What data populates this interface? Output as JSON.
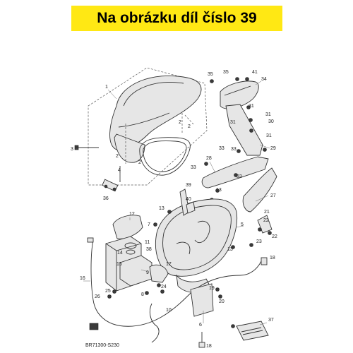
{
  "header": {
    "title": "Na obrázku díl číslo 39",
    "background_color": "#FFE814"
  },
  "diagram": {
    "code": "BR71300-S230",
    "callouts": [
      {
        "id": "c1",
        "label": "1"
      },
      {
        "id": "c2a",
        "label": "2"
      },
      {
        "id": "c2b",
        "label": "2"
      },
      {
        "id": "c2c",
        "label": "2"
      },
      {
        "id": "c2d",
        "label": "2"
      },
      {
        "id": "c3",
        "label": "3"
      },
      {
        "id": "c4",
        "label": "4"
      },
      {
        "id": "c5",
        "label": "5"
      },
      {
        "id": "c6",
        "label": "6"
      },
      {
        "id": "c7",
        "label": "7"
      },
      {
        "id": "c8",
        "label": "8"
      },
      {
        "id": "c9",
        "label": "9"
      },
      {
        "id": "c10",
        "label": "10"
      },
      {
        "id": "c11",
        "label": "11"
      },
      {
        "id": "c12",
        "label": "12"
      },
      {
        "id": "c13a",
        "label": "13"
      },
      {
        "id": "c13b",
        "label": "13"
      },
      {
        "id": "c13c",
        "label": "13"
      },
      {
        "id": "c14",
        "label": "14"
      },
      {
        "id": "c15",
        "label": "15"
      },
      {
        "id": "c16",
        "label": "16"
      },
      {
        "id": "c17",
        "label": "17"
      },
      {
        "id": "c18a",
        "label": "18"
      },
      {
        "id": "c18b",
        "label": "18"
      },
      {
        "id": "c19",
        "label": "19"
      },
      {
        "id": "c20",
        "label": "20"
      },
      {
        "id": "c21",
        "label": "21"
      },
      {
        "id": "c22a",
        "label": "22"
      },
      {
        "id": "c22b",
        "label": "22"
      },
      {
        "id": "c23",
        "label": "23"
      },
      {
        "id": "c24",
        "label": "24"
      },
      {
        "id": "c25",
        "label": "25"
      },
      {
        "id": "c26",
        "label": "26"
      },
      {
        "id": "c27",
        "label": "27"
      },
      {
        "id": "c28",
        "label": "28"
      },
      {
        "id": "c29",
        "label": "29"
      },
      {
        "id": "c30",
        "label": "30"
      },
      {
        "id": "c31a",
        "label": "31"
      },
      {
        "id": "c31b",
        "label": "31"
      },
      {
        "id": "c31c",
        "label": "31"
      },
      {
        "id": "c31d",
        "label": "31"
      },
      {
        "id": "c33a",
        "label": "33"
      },
      {
        "id": "c33b",
        "label": "33"
      },
      {
        "id": "c33c",
        "label": "33"
      },
      {
        "id": "c33d",
        "label": "33"
      },
      {
        "id": "c34",
        "label": "34"
      },
      {
        "id": "c35a",
        "label": "35"
      },
      {
        "id": "c35b",
        "label": "35"
      },
      {
        "id": "c36",
        "label": "36"
      },
      {
        "id": "c37",
        "label": "37"
      },
      {
        "id": "c38",
        "label": "38"
      },
      {
        "id": "c39",
        "label": "39"
      },
      {
        "id": "c40",
        "label": "40"
      },
      {
        "id": "c41",
        "label": "41"
      }
    ]
  }
}
